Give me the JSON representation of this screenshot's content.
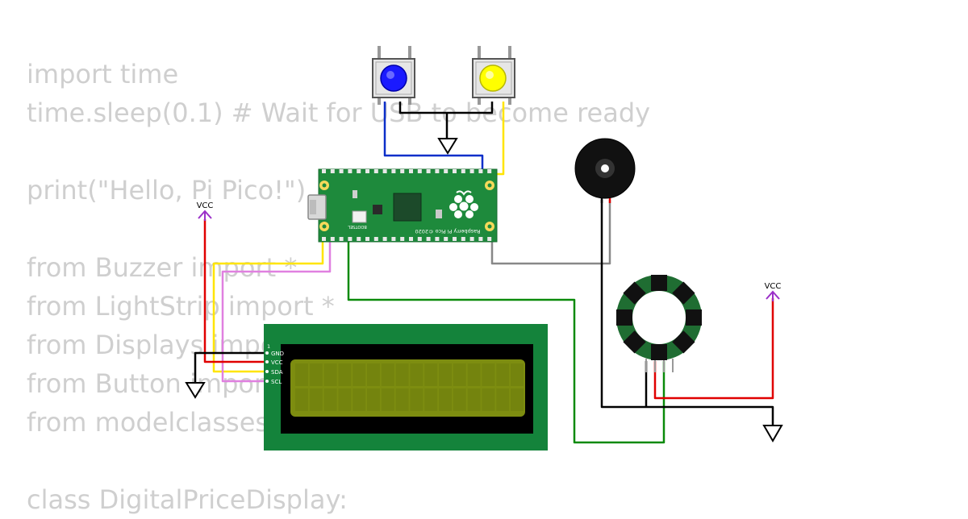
{
  "code_lines": [
    "import time",
    "time.sleep(0.1) # Wait for USB to become ready",
    "",
    "print(\"Hello, Pi Pico!\")",
    "",
    "from Buzzer import *",
    "from LightStrip import *",
    "from Displays import *",
    "from Button import *",
    "from modelclasses import *",
    "",
    "class DigitalPriceDisplay:"
  ],
  "board": {
    "name": "Raspberry Pi Pico ©2020",
    "bootsel": "BOOTSEL"
  },
  "lcd": {
    "pin_number": "1",
    "pins": [
      "GND",
      "VCC",
      "SDA",
      "SCL"
    ]
  },
  "power": {
    "vcc_left": "VCC",
    "vcc_right": "VCC"
  },
  "buttons": [
    {
      "name": "blue",
      "color": "#1a1aff"
    },
    {
      "name": "yellow",
      "color": "#ffff00"
    }
  ],
  "wire_colors": {
    "blue": "#0b2fc9",
    "yellow": "#ffe500",
    "black": "#000000",
    "red": "#e00000",
    "pink": "#e080e0",
    "green": "#0a8a0a",
    "gray": "#888888"
  },
  "colors": {
    "pico_green": "#1e8a3c",
    "lcd_board": "#14833b",
    "lcd_screen": "#7d8d10",
    "vcc_purple": "#9b30c8"
  }
}
